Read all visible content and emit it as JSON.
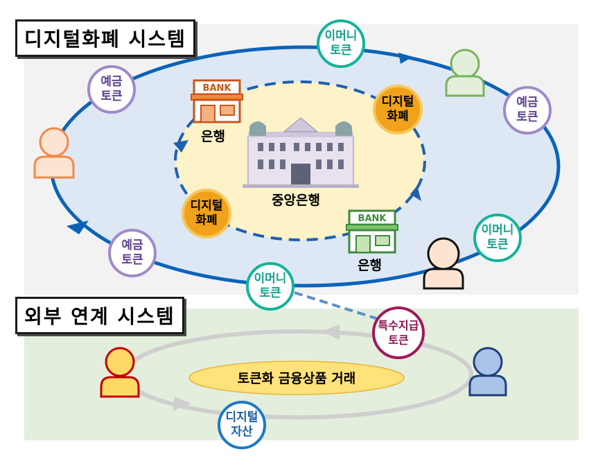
{
  "sections": {
    "internal_title": "디지털화폐 시스템",
    "external_title": "외부 연계 시스템"
  },
  "labels": {
    "bank_top": "은행",
    "bank_bottom": "은행",
    "central_bank": "중앙은행",
    "bank_sign": "BANK",
    "tokenized_trading": "토큰화 금융상품 거래"
  },
  "tokens": {
    "emoney_top": [
      "이머니",
      "토큰"
    ],
    "emoney_right": [
      "이머니",
      "토큰"
    ],
    "emoney_bottom": [
      "이머니",
      "토큰"
    ],
    "deposit_left_top": [
      "예금",
      "토큰"
    ],
    "deposit_right": [
      "예금",
      "토큰"
    ],
    "deposit_left_bottom": [
      "예금",
      "토큰"
    ],
    "cbdc_top": [
      "디지털",
      "화폐"
    ],
    "cbdc_left": [
      "디지털",
      "화폐"
    ],
    "special_purpose": [
      "특수지급",
      "토큰"
    ],
    "digital_asset": [
      "디지털",
      "자산"
    ]
  },
  "colors": {
    "outer_loop": "#0b63b8",
    "inner_loop": "#1f5fb0",
    "emoney": "#13b39a",
    "deposit": "#a08ac8",
    "cbdc_fill": "#f0a21a",
    "special_purpose": "#a0195a",
    "digital_asset": "#1f78c8",
    "external_loop": "#cfcfcf"
  },
  "icons": {
    "bank": "bank-building-icon",
    "central_bank": "central-bank-building-icon",
    "person": "person-icon"
  }
}
